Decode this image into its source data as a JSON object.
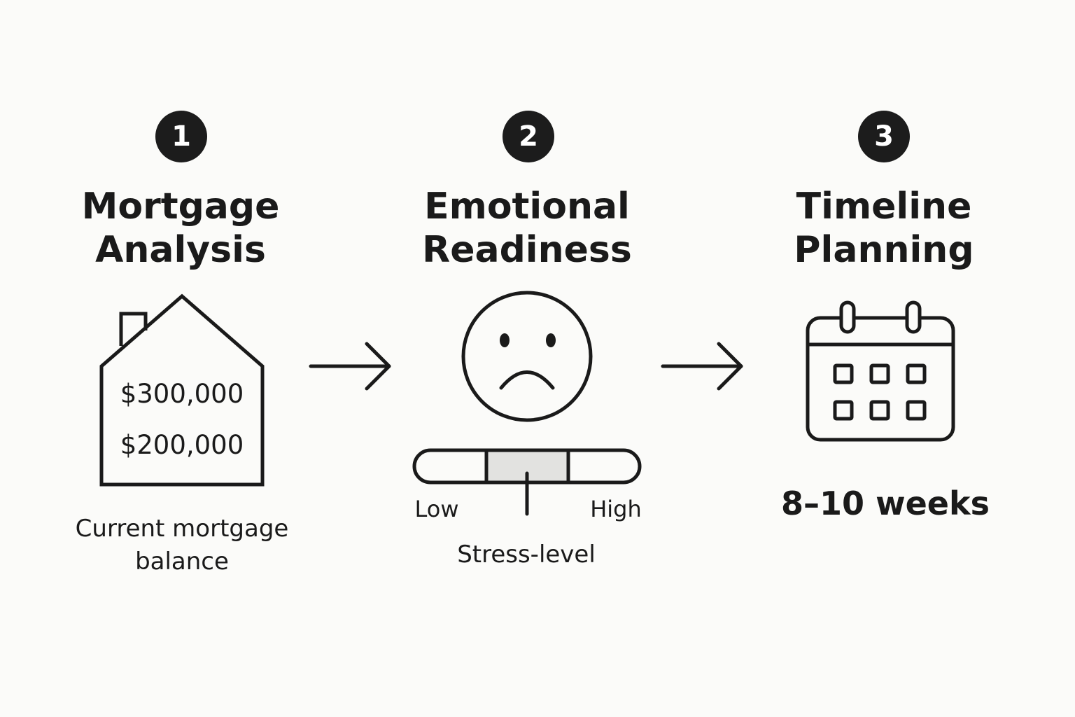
{
  "steps": [
    {
      "number": "1",
      "title_line1": "Mortgage",
      "title_line2": "Analysis"
    },
    {
      "number": "2",
      "title_line1": "Emotional",
      "title_line2": "Readiness"
    },
    {
      "number": "3",
      "title_line1": "Timeline",
      "title_line2": "Planning"
    }
  ],
  "house": {
    "value1": "$300,000",
    "value2": "$200,000",
    "caption_line1": "Current mortgage",
    "caption_line2": "balance"
  },
  "stress_meter": {
    "low_label": "Low",
    "high_label": "High",
    "caption": "Stress-level",
    "level_fraction": 0.5
  },
  "timeline": {
    "duration": "8–10 weeks"
  },
  "icons": {
    "house": "house-icon",
    "face": "sad-face-icon",
    "calendar": "calendar-icon",
    "arrow": "arrow-right-icon"
  },
  "colors": {
    "ink": "#1a1a1a",
    "badge": "#1c1c1c",
    "meter_fill": "#e2e2e0",
    "background": "#fbfbf9"
  }
}
